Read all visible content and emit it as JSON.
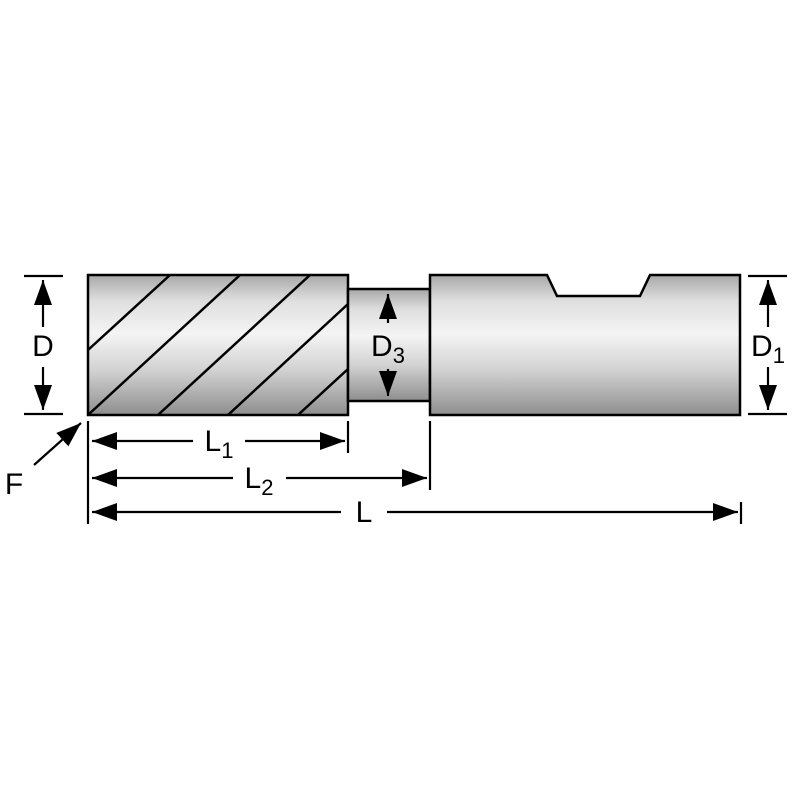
{
  "figure": {
    "background": "#ffffff",
    "line_color": "#000000",
    "metal": {
      "top": "#a8a8a8",
      "upper": "#dedede",
      "highlight": "#f4f4f4",
      "lower": "#d2d2d2",
      "bottom": "#8e8e8e"
    }
  },
  "labels": {
    "d": {
      "base": "D",
      "sub": ""
    },
    "d3": {
      "base": "D",
      "sub": "3"
    },
    "d1": {
      "base": "D",
      "sub": "1"
    },
    "l1": {
      "base": "L",
      "sub": "1"
    },
    "l2": {
      "base": "L",
      "sub": "2"
    },
    "l": {
      "base": "L",
      "sub": ""
    },
    "f": {
      "base": "F",
      "sub": ""
    }
  }
}
